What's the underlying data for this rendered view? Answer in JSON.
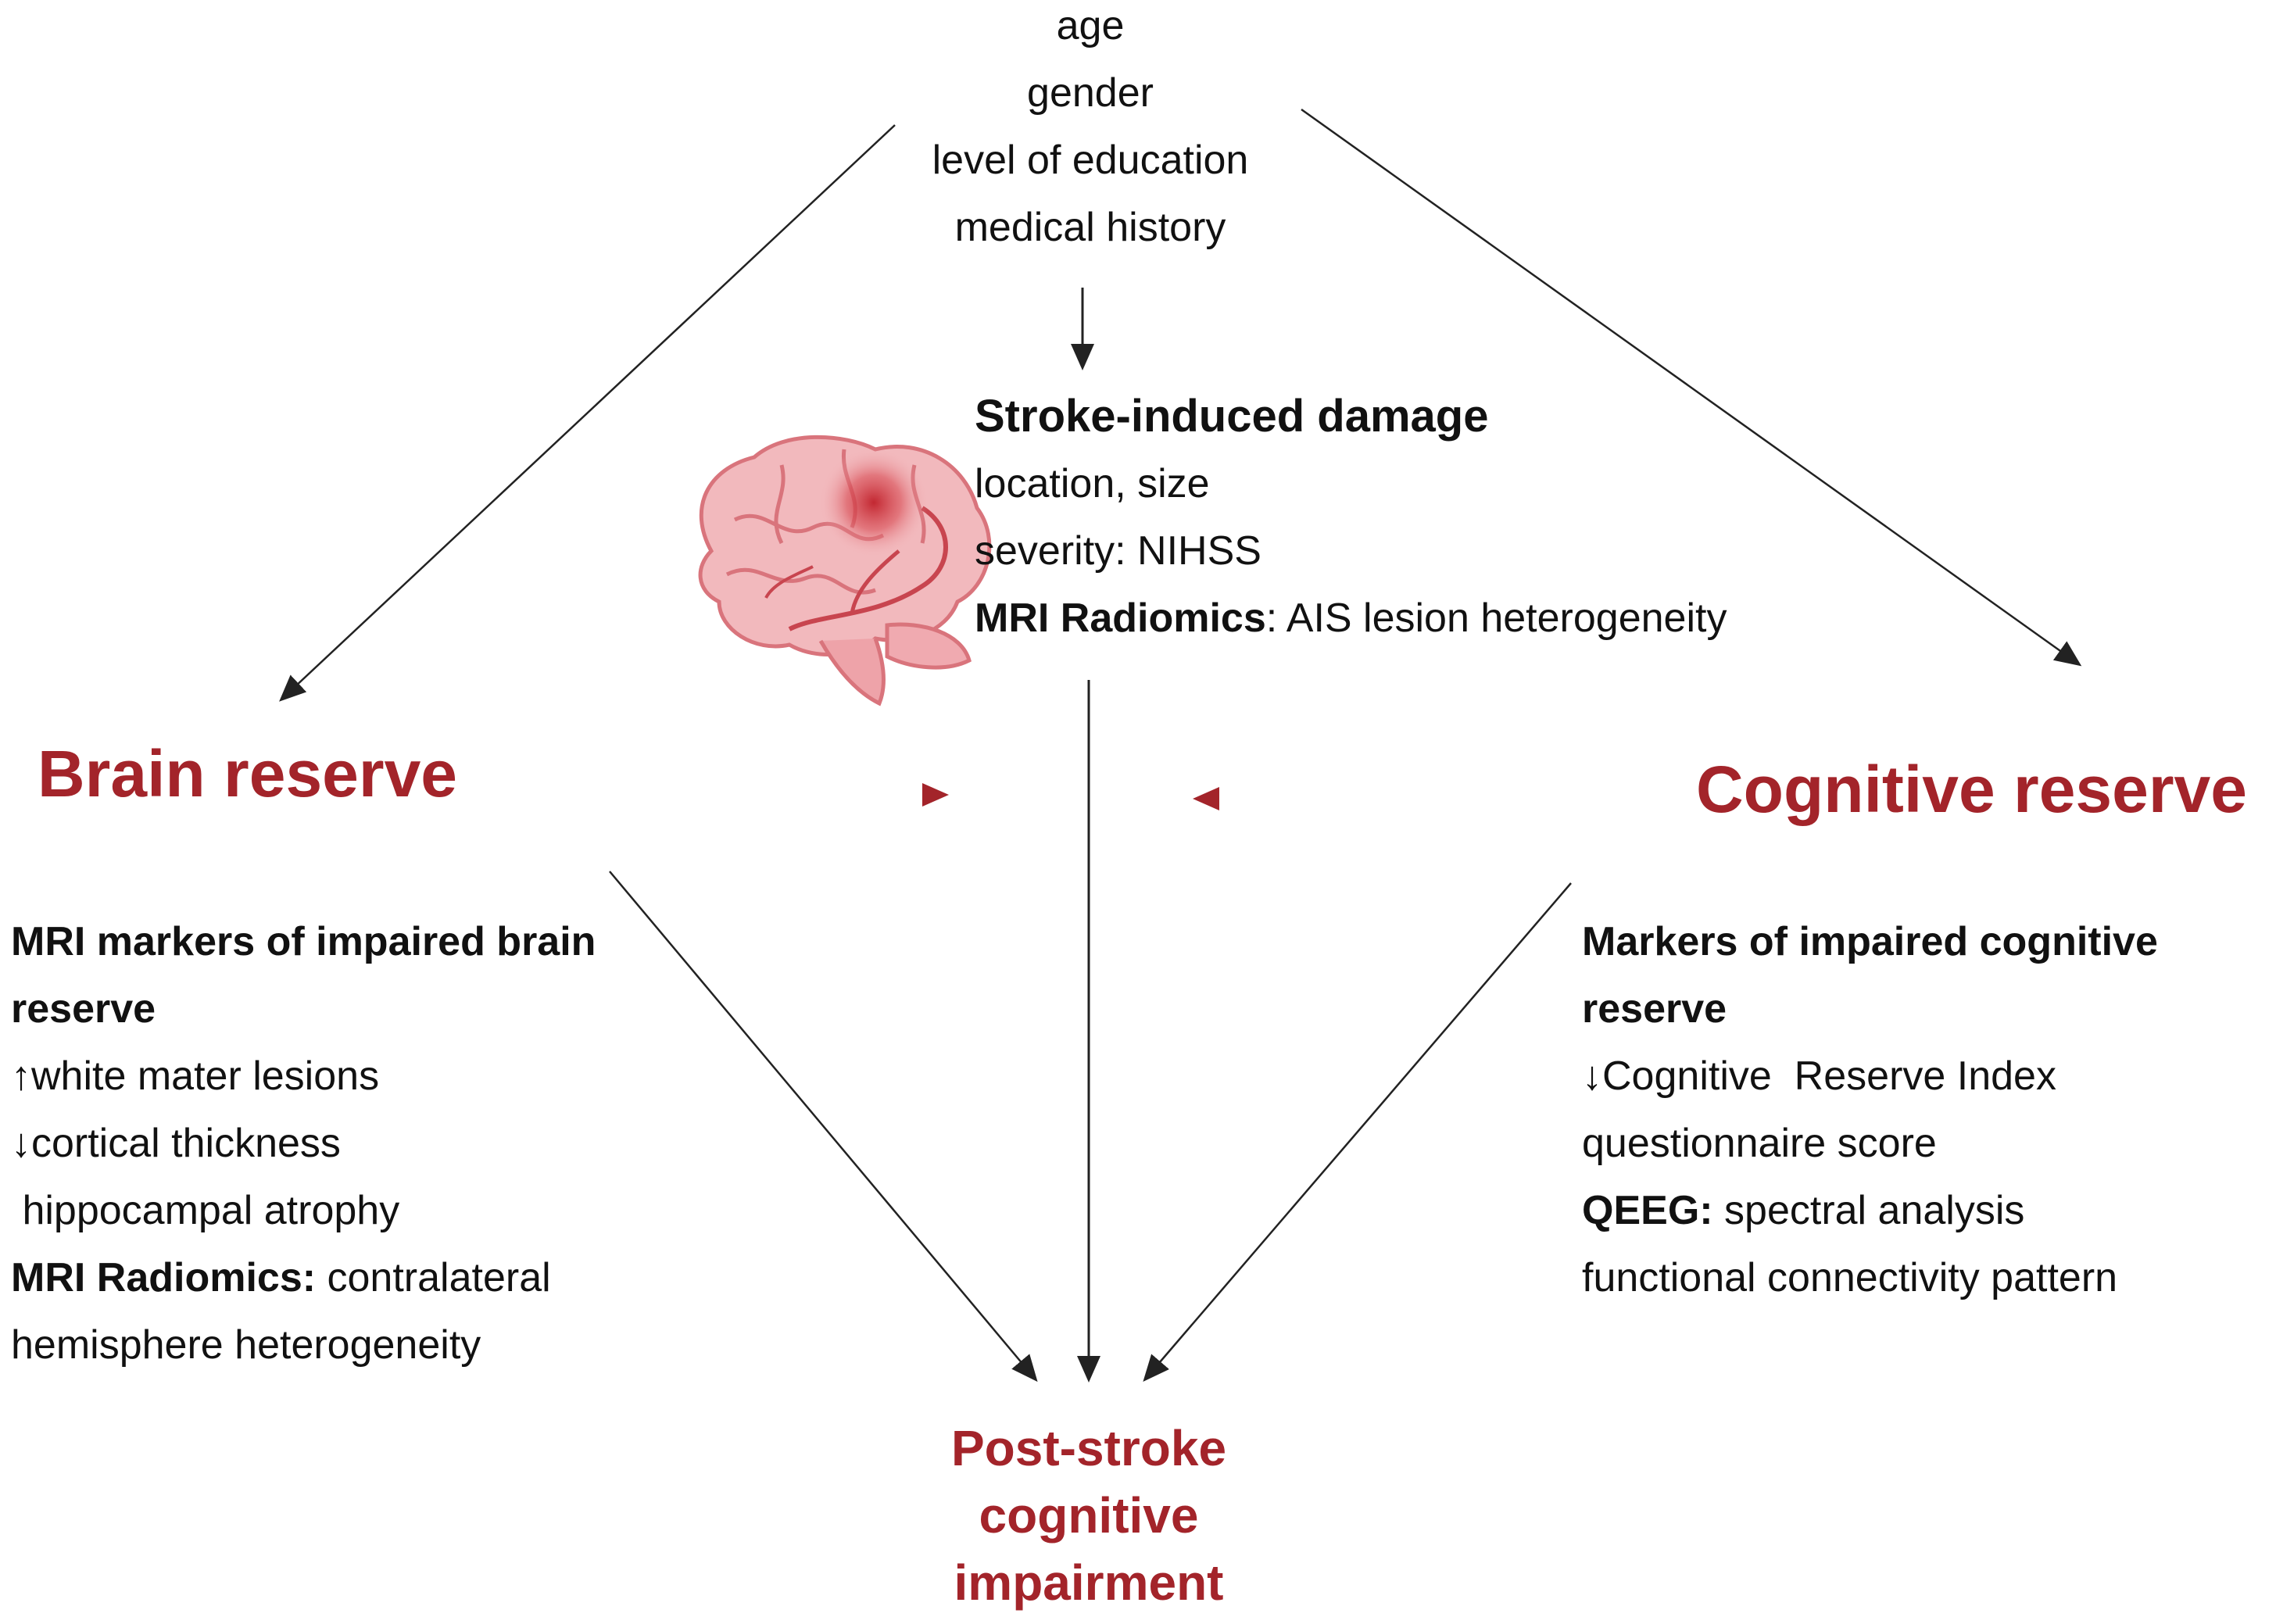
{
  "factors": {
    "items": [
      "age",
      "gender",
      "level of education",
      "medical history"
    ]
  },
  "stroke": {
    "title": "Stroke-induced damage",
    "line1": "location, size",
    "line2": "severity: NIHSS",
    "line3_bold": "MRI Radiomics",
    "line3_rest": ": AIS lesion heterogeneity"
  },
  "brain_reserve": {
    "title": "Brain reserve",
    "markers_title_1": "MRI markers of impaired brain",
    "markers_title_2": "reserve",
    "item1": "↑white mater lesions",
    "item2": "↓cortical thickness",
    "item3": " hippocampal atrophy",
    "item4_bold": "MRI Radiomics:",
    "item4_rest": " contralateral",
    "item5": "hemisphere heterogeneity"
  },
  "cognitive_reserve": {
    "title": "Cognitive reserve",
    "markers_title_1": "Markers of impaired cognitive",
    "markers_title_2": "reserve",
    "item1": "↓Cognitive  Reserve Index",
    "item2": "questionnaire score",
    "item3_bold": "QEEG:",
    "item3_rest": " spectral analysis",
    "item4": "functional connectivity pattern"
  },
  "outcome": {
    "lines": [
      "Post-stroke",
      "cognitive",
      "impairment"
    ]
  },
  "colors": {
    "accent_red": "#a3242a",
    "arrow_dark": "#222222",
    "brain_pink": "#f2b9bd",
    "lesion": "#c0202a"
  }
}
